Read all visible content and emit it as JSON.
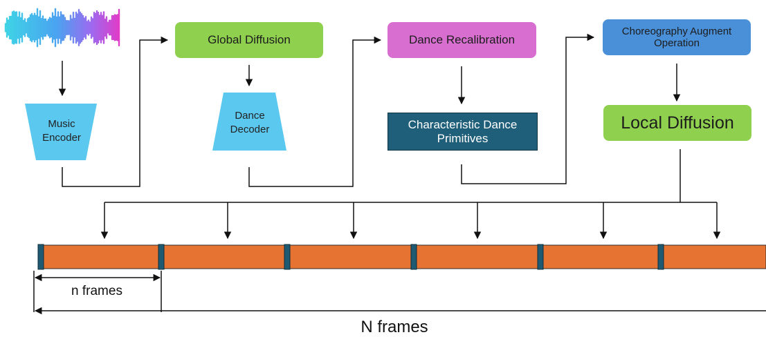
{
  "nodes": {
    "music_encoder": "Music\nEncoder",
    "global_diffusion": "Global Diffusion",
    "dance_decoder": "Dance\nDecoder",
    "dance_recalibration": "Dance Recalibration",
    "characteristic_primitives": "Characteristic Dance\nPrimitives",
    "choreography_augment": "Choreography Augment\nOperation",
    "local_diffusion": "Local Diffusion"
  },
  "labels": {
    "segment_length": "n frames",
    "total_length": "N frames"
  },
  "timeline": {
    "segment_count": 6
  },
  "icons": {
    "audio": "audio-waveform-icon"
  },
  "colors": {
    "green": "#8fd14f",
    "magenta": "#d86fd0",
    "blue": "#4a90d9",
    "cyan": "#5bc8f0",
    "dark_teal": "#1f5f7a",
    "orange": "#e67332",
    "marker": "#1e5a72"
  }
}
